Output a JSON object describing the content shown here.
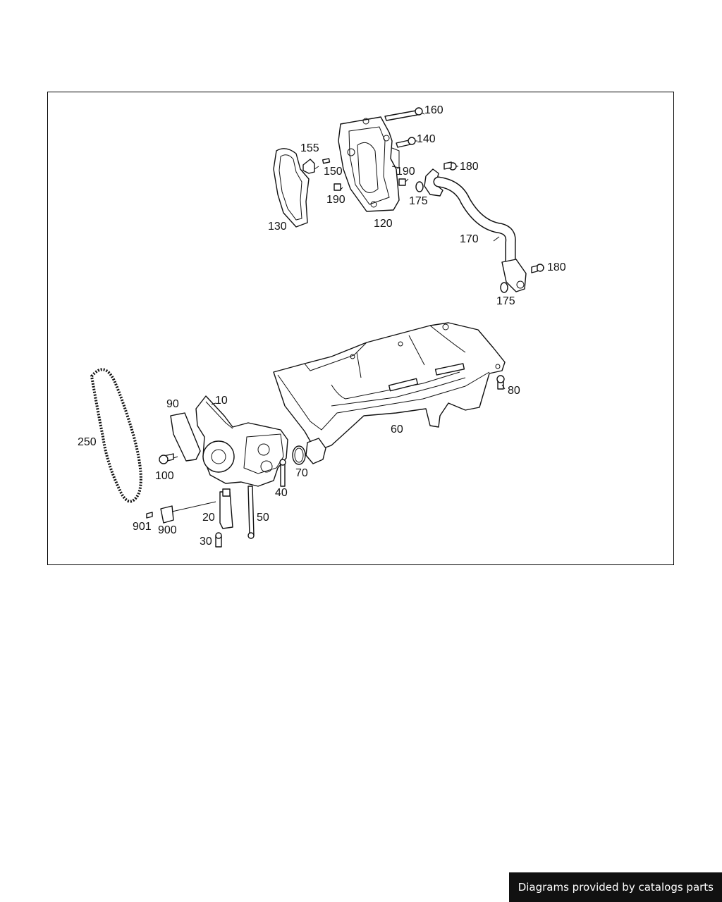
{
  "callouts": {
    "c10": "10",
    "c20": "20",
    "c30": "30",
    "c40": "40",
    "c50": "50",
    "c60": "60",
    "c70": "70",
    "c80": "80",
    "c90": "90",
    "c100": "100",
    "c120": "120",
    "c130": "130",
    "c140": "140",
    "c150": "150",
    "c155": "155",
    "c160": "160",
    "c170": "170",
    "c175a": "175",
    "c175b": "175",
    "c180a": "180",
    "c180b": "180",
    "c190a": "190",
    "c190b": "190",
    "c250": "250",
    "c900": "900",
    "c901": "901"
  },
  "footer": {
    "text": "Diagrams provided by catalogs parts"
  },
  "colors": {
    "line": "#111111",
    "background": "#ffffff",
    "footer_bg": "#111111",
    "footer_text": "#ffffff"
  }
}
